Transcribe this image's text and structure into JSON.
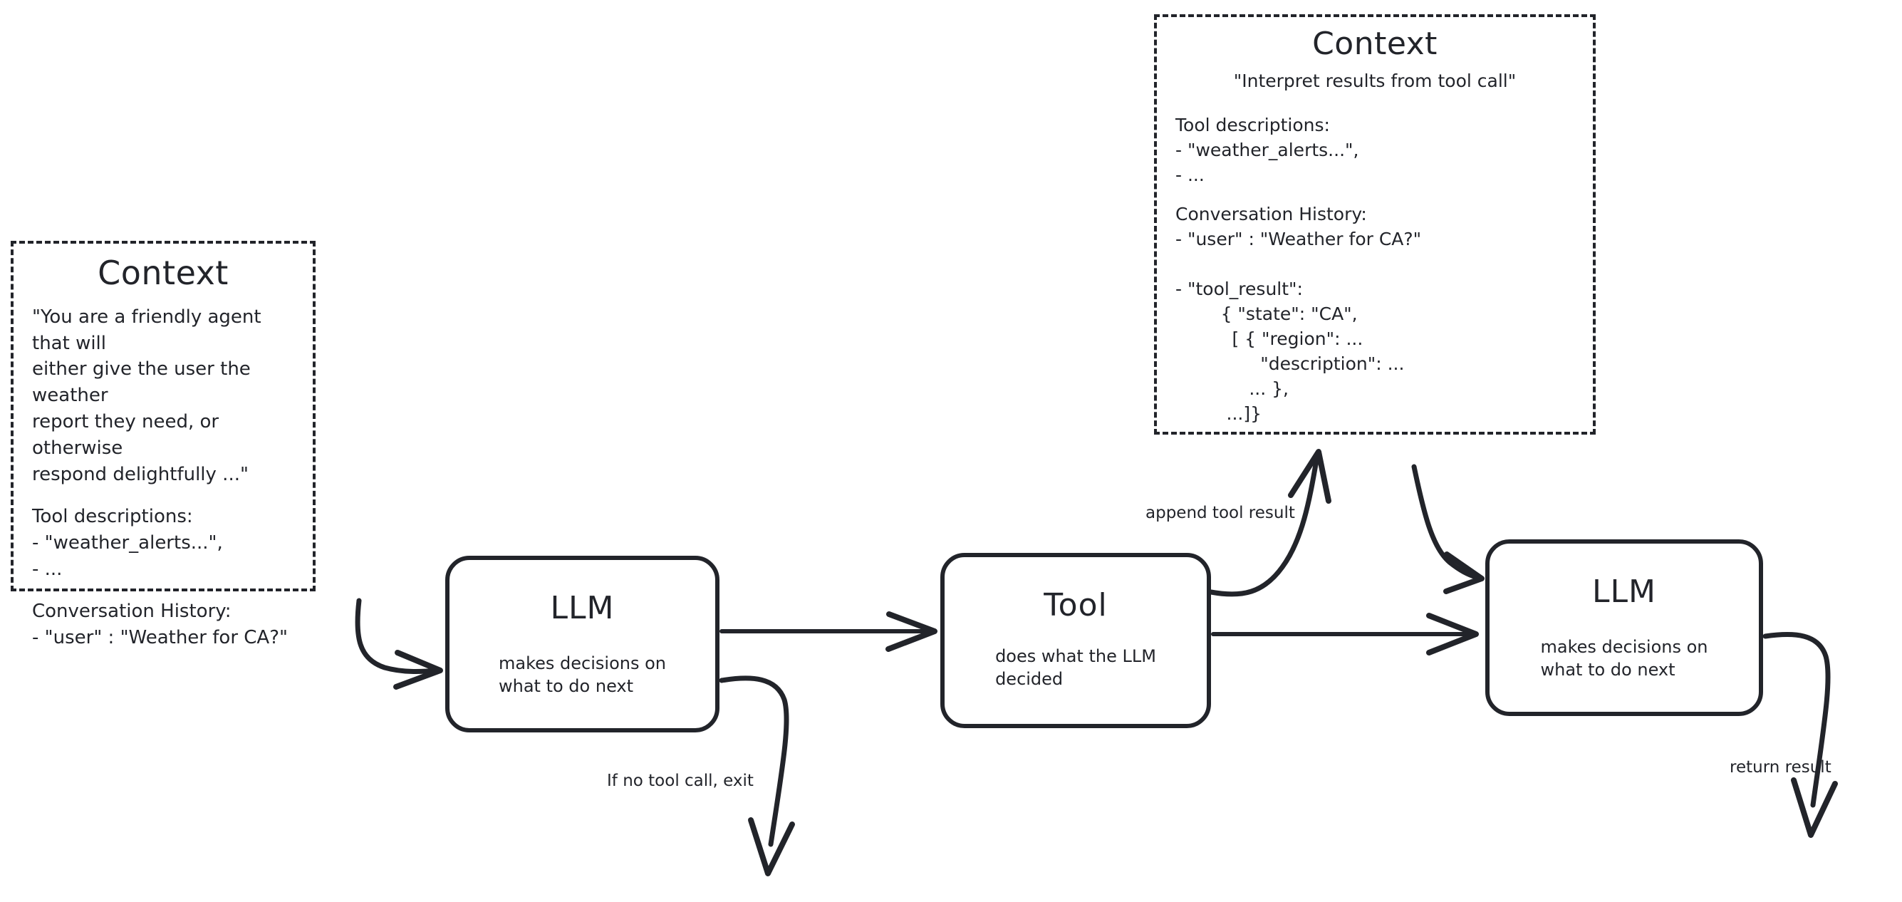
{
  "diagram": {
    "title": "Agent loop with LLM, Tool and Context",
    "ink_color": "#22242a",
    "background_color": "#ffffff"
  },
  "context_left": {
    "title": "Context",
    "system_prompt": "\"You are a friendly agent that will\neither give the user the weather\nreport they need, or otherwise\nrespond delightfully ...\"",
    "tool_descriptions": "Tool descriptions:\n- \"weather_alerts...\",\n- ...",
    "conversation_history": "Conversation History:\n- \"user\" : \"Weather for CA?\""
  },
  "context_right": {
    "title": "Context",
    "system_prompt": "\"Interpret results from tool call\"",
    "tool_descriptions": "Tool descriptions:\n- \"weather_alerts...\",\n- ...",
    "conversation_history": "Conversation History:\n- \"user\" : \"Weather for CA?\"\n\n- \"tool_result\":\n        { \"state\": \"CA\",\n          [ { \"region\": ...\n               \"description\": ...\n             ... },\n         ...]}"
  },
  "nodes": {
    "llm_1": {
      "title": "LLM",
      "subtitle": "makes decisions on\nwhat to do next"
    },
    "tool": {
      "title": "Tool",
      "subtitle": "does what the LLM\ndecided"
    },
    "llm_2": {
      "title": "LLM",
      "subtitle": "makes decisions on\nwhat to do next"
    }
  },
  "edges": {
    "context_to_llm": "",
    "llm_to_tool": "",
    "llm_exit": "If no tool call, exit",
    "tool_to_context": "append tool result",
    "context_to_llm2": "",
    "tool_to_llm2": "",
    "llm2_return": "return result"
  }
}
